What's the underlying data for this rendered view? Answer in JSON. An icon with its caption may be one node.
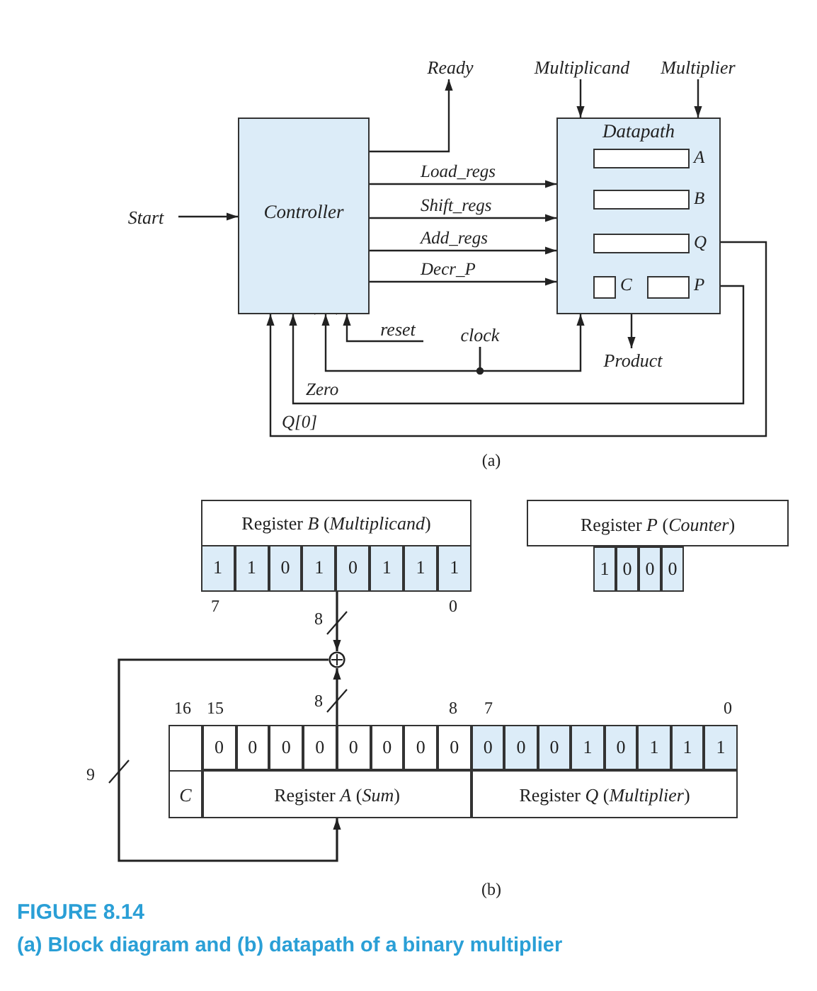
{
  "diagram": {
    "title": "FIGURE 8.14",
    "caption": "(a) Block diagram and (b) datapath of a binary multiplier",
    "nodes": [
      {
        "text": [
          "Start"
        ]
      },
      {
        "text": [
          "Controller"
        ]
      },
      {
        "text": [
          "Ready"
        ]
      },
      {
        "text": [
          "Multiplicand"
        ]
      },
      {
        "text": [
          "Multiplier"
        ]
      },
      {
        "text": [
          "Datapath"
        ]
      },
      {
        "text": [],
        "shape": "box",
        "in": 5,
        "beside": [
          "A"
        ]
      },
      {
        "text": [],
        "shape": "box",
        "in": 5,
        "beside": [
          "B"
        ]
      },
      {
        "text": [],
        "shape": "box",
        "in": 5,
        "beside": [
          "Q"
        ]
      },
      {
        "text": [],
        "shape": "box",
        "in": 5,
        "beside": [
          "C"
        ]
      },
      {
        "text": [],
        "shape": "box",
        "in": 5,
        "beside": [
          "P"
        ]
      },
      {
        "text": [
          "Product"
        ]
      },
      {
        "text": [
          "reset"
        ]
      },
      {
        "text": [
          "clock"
        ]
      },
      {
        "text": [
          "Register *B* (*Multiplicand*)"
        ]
      },
      {
        "text": [
          "Register *P* (*Counter*)"
        ]
      },
      {
        "text": [],
        "shape": "circle"
      },
      {
        "text": [
          "*C*"
        ]
      },
      {
        "text": [
          "Register *A* (*Sum*)"
        ]
      },
      {
        "text": [
          "Register *Q* (*Multiplier*)"
        ]
      }
    ],
    "edges": [
      {
        "from": 0,
        "to": 1,
        "arrow": "to"
      },
      {
        "from": 1,
        "to": 2,
        "arrow": "to"
      },
      {
        "from": 3,
        "to": 5,
        "arrow": "to"
      },
      {
        "from": 4,
        "to": 5,
        "arrow": "to"
      },
      {
        "from": 1,
        "to": 5,
        "arrow": "to",
        "label": "Load_regs"
      },
      {
        "from": 1,
        "to": 5,
        "arrow": "to",
        "label": "Shift_regs"
      },
      {
        "from": 1,
        "to": 5,
        "arrow": "to",
        "label": "Add_regs"
      },
      {
        "from": 1,
        "to": 5,
        "arrow": "to",
        "label": "Decr_P"
      },
      {
        "from": 5,
        "to": 11,
        "arrow": "to"
      },
      {
        "from": 12,
        "to": 1,
        "arrow": "to"
      },
      {
        "from": 13,
        "to": 1,
        "arrow": "to"
      },
      {
        "from": 13,
        "to": 5,
        "arrow": "to"
      },
      {
        "from": 10,
        "to": 1,
        "arrow": "to",
        "label": "Zero"
      },
      {
        "from": 8,
        "to": 1,
        "arrow": "to",
        "label": "Q[0]"
      },
      {
        "from": 14,
        "to": 16,
        "arrow": "to"
      },
      {
        "from": 18,
        "to": 16,
        "arrow": "to"
      },
      {
        "from": 16,
        "to": 18,
        "arrow": "to"
      }
    ],
    "labels": [
      "(a)",
      "1",
      "1",
      "0",
      "1",
      "0",
      "1",
      "1",
      "1",
      "1",
      "0",
      "0",
      "0",
      "7",
      "0",
      "8",
      "16",
      "15",
      "8",
      "8",
      "7",
      "0",
      "0",
      "0",
      "0",
      "0",
      "0",
      "0",
      "0",
      "0",
      "0",
      "0",
      "0",
      "1",
      "0",
      "1",
      "1",
      "1",
      "9",
      "(b)"
    ]
  }
}
